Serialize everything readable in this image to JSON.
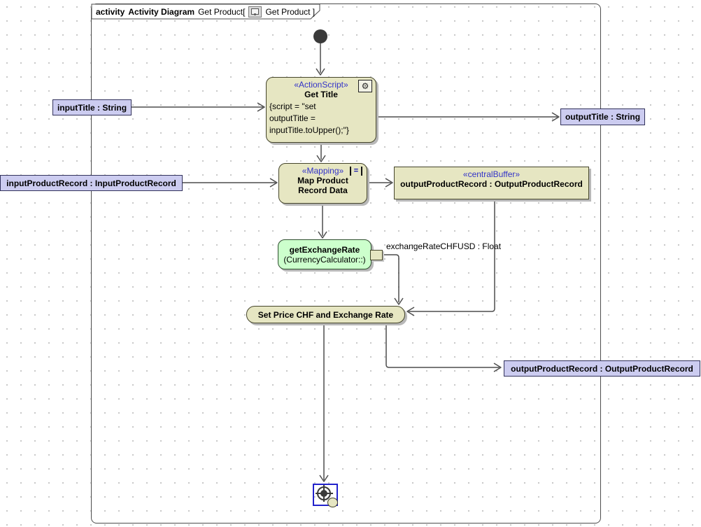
{
  "diagram": {
    "tab": {
      "kind": "activity",
      "type": "Activity Diagram",
      "name_open": "Get Product[",
      "name_close": "Get Product ]"
    }
  },
  "nodes": {
    "get_title": {
      "stereotype": "«ActionScript»",
      "name": "Get Title",
      "body_line1": "{script = \"set",
      "body_line2": "outputTitle =",
      "body_line3": "inputTitle.toUpper();\"}",
      "gear_glyph": "⚙"
    },
    "map_product": {
      "stereotype": "«Mapping»",
      "name_line1": "Map Product",
      "name_line2": "Record Data",
      "icon_glyph": "="
    },
    "central_buffer": {
      "stereotype": "«centralBuffer»",
      "name": "outputProductRecord : OutputProductRecord"
    },
    "get_exchange_rate": {
      "name": "getExchangeRate",
      "parent": "(CurrencyCalculator::)",
      "output_pin_label": "exchangeRateCHFUSD : Float"
    },
    "set_price": {
      "name": "Set Price CHF and Exchange Rate"
    }
  },
  "activity_parameters": {
    "input_title": "inputTitle : String",
    "output_title": "outputTitle : String",
    "input_product_record": "inputProductRecord : InputProductRecord",
    "output_product_record": "outputProductRecord : OutputProductRecord"
  },
  "colors": {
    "node_fill": "#E6E6C2",
    "node_border": "#45452B",
    "param_fill": "#CCCCF0",
    "param_border": "#33335C",
    "call_fill": "#CCFFCC",
    "call_border": "#2E4D2E",
    "stereotype_text": "#3232C8",
    "edge": "#4D4D4D",
    "selection": "#2222CC",
    "shadow": "#B8B8B8"
  }
}
